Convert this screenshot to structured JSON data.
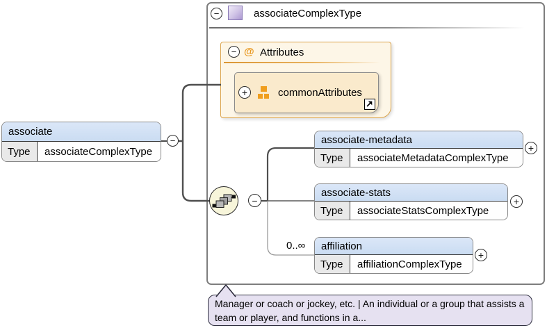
{
  "glyphs": {
    "collapse": "−",
    "expand": "+"
  },
  "source_element": {
    "name": "associate",
    "type_label": "Type",
    "type_value": "associateComplexType"
  },
  "complex_type": {
    "title": "associateComplexType"
  },
  "attributes_section": {
    "at_symbol": "@",
    "label": "Attributes",
    "group_name": "commonAttributes"
  },
  "children": [
    {
      "name": "associate-metadata",
      "type_label": "Type",
      "type_value": "associateMetadataComplexType"
    },
    {
      "name": "associate-stats",
      "type_label": "Type",
      "type_value": "associateStatsComplexType"
    },
    {
      "name": "affiliation",
      "type_label": "Type",
      "type_value": "affiliationComplexType",
      "cardinality": "0..∞"
    }
  ],
  "annotation": {
    "text": "Manager or coach or jockey, etc. | An individual or a group that assists a team or player, and functions in a..."
  },
  "colors": {
    "element_header": "#cfe0f4",
    "attributes_bg": "#fdf6e7",
    "attribute_group_bg": "#faeacc",
    "annotation_bg": "#e6e1f1",
    "accent_orange": "#e8971e",
    "accent_purple": "#b4a3d8"
  }
}
